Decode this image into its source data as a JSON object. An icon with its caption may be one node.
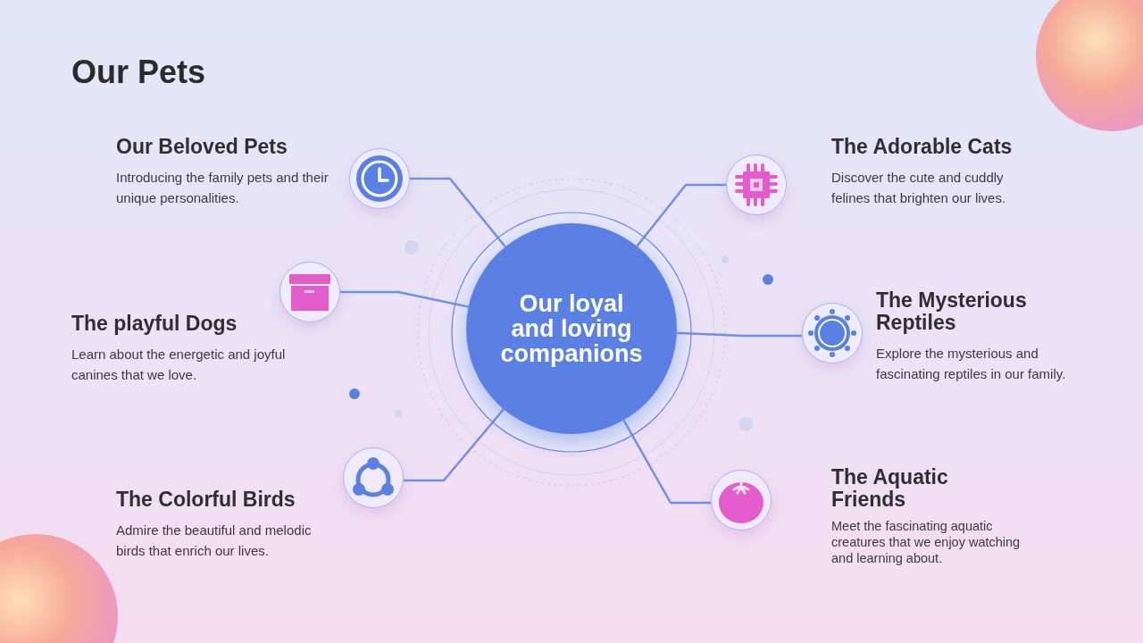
{
  "diagram": {
    "title": "Our Pets",
    "nodes": [
      {
        "text": [
          "Our loyal and loving companions"
        ]
      },
      {
        "text": [],
        "shape": "circle",
        "beside": [
          "Our Beloved Pets",
          "Introducing the family pets and their unique personalities."
        ]
      },
      {
        "text": [],
        "shape": "circle",
        "beside": [
          "The playful Dogs",
          "Learn about the energetic and joyful canines that we love."
        ]
      },
      {
        "text": [],
        "shape": "circle",
        "beside": [
          "The Colorful Birds",
          "Admire the beautiful and melodic birds that enrich our lives."
        ]
      },
      {
        "text": [],
        "shape": "circle",
        "beside": [
          "The Adorable Cats",
          "Discover the cute and cuddly felines that brighten our lives."
        ]
      },
      {
        "text": [],
        "shape": "circle",
        "beside": [
          "The Mysterious Reptiles",
          "Explore the mysterious and fascinating reptiles in our family."
        ]
      },
      {
        "text": [],
        "shape": "circle",
        "beside": [
          "The Aquatic Friends",
          "Meet the fascinating aquatic creatures that we enjoy watching and learning about."
        ]
      }
    ],
    "edges": [
      {
        "from": 0,
        "to": 1,
        "arrow": "none"
      },
      {
        "from": 0,
        "to": 2,
        "arrow": "none"
      },
      {
        "from": 0,
        "to": 3,
        "arrow": "none"
      },
      {
        "from": 0,
        "to": 4,
        "arrow": "none"
      },
      {
        "from": 0,
        "to": 5,
        "arrow": "none"
      },
      {
        "from": 0,
        "to": 6,
        "arrow": "none"
      }
    ]
  }
}
